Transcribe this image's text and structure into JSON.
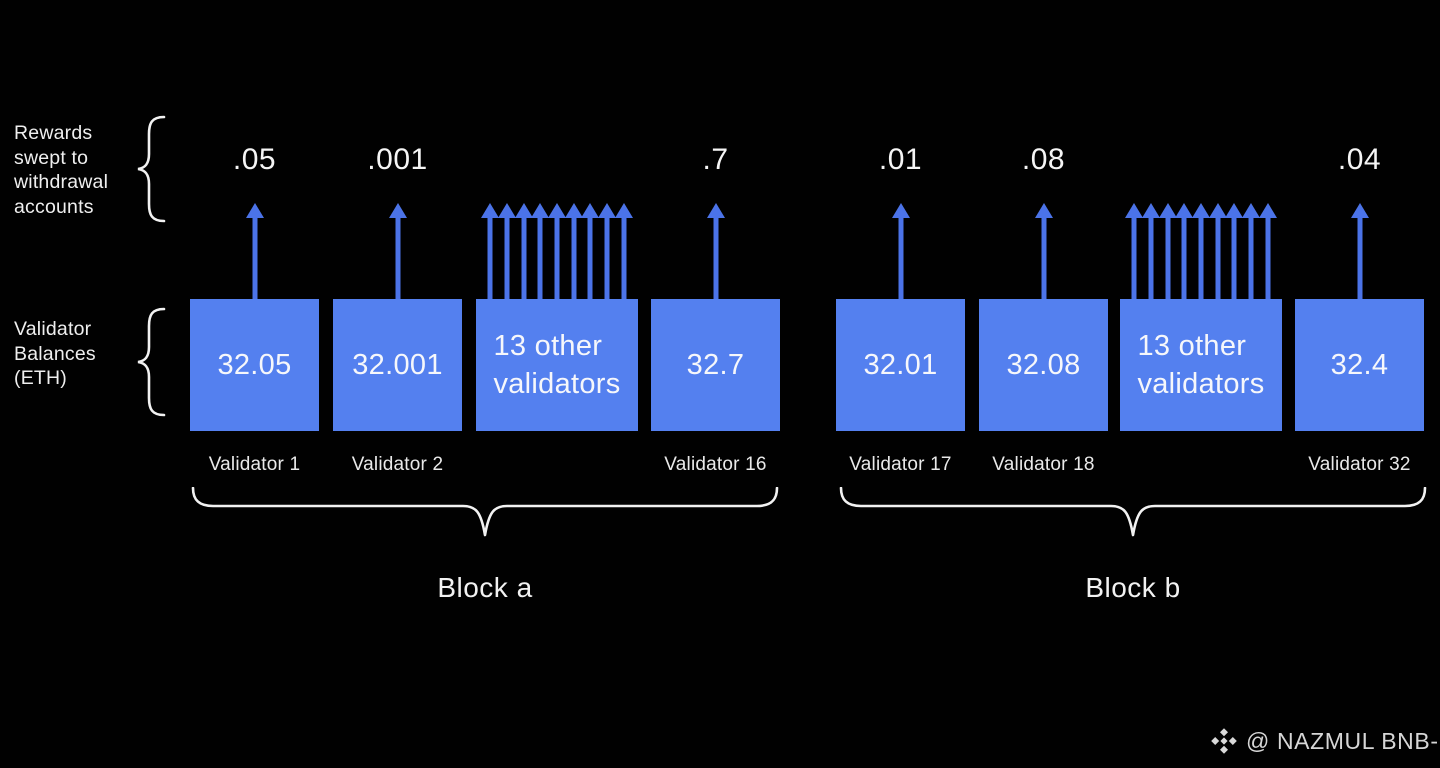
{
  "colors": {
    "background": "#010101",
    "box_blue": "#5480ef",
    "arrow_blue": "#4b73e8",
    "text_white": "#f5f5f5",
    "label_gray": "#e9e9e9",
    "watermark_gray": "#d6d6d6"
  },
  "side_labels": {
    "rewards": "Rewards\nswept to\nwithdrawal\naccounts",
    "balances": "Validator\nBalances\n(ETH)"
  },
  "blocks": [
    {
      "label": "Block a",
      "validators": [
        {
          "reward": ".05",
          "balance": "32.05",
          "name": "Validator 1"
        },
        {
          "reward": ".001",
          "balance": "32.001",
          "name": "Validator 2"
        },
        {
          "reward": "",
          "balance": "13 other\nvalidators",
          "name": ""
        },
        {
          "reward": ".7",
          "balance": "32.7",
          "name": "Validator 16"
        }
      ]
    },
    {
      "label": "Block b",
      "validators": [
        {
          "reward": ".01",
          "balance": "32.01",
          "name": "Validator 17"
        },
        {
          "reward": ".08",
          "balance": "32.08",
          "name": "Validator 18"
        },
        {
          "reward": "",
          "balance": "13 other\nvalidators",
          "name": ""
        },
        {
          "reward": ".04",
          "balance": "32.4",
          "name": "Validator 32"
        }
      ]
    }
  ],
  "watermark": {
    "text": "@ NAZMUL BNB-",
    "logo": "binance-logo"
  }
}
